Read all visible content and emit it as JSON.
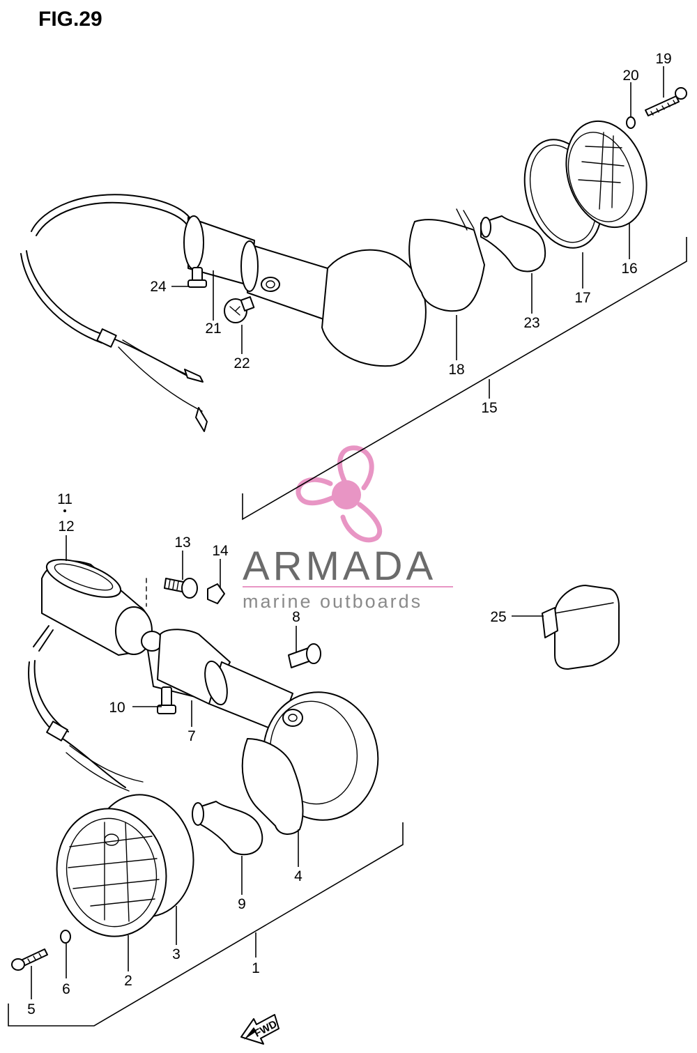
{
  "figure": {
    "title": "FIG.29"
  },
  "watermark": {
    "brand": "ARMADA",
    "tagline": "marine outboards",
    "accent_color": "#e895c4",
    "text_color": "#6b6b6b",
    "icon": "propeller-icon"
  },
  "direction_badge": {
    "label": "FWD",
    "icon": "arrow-icon"
  },
  "assemblies": {
    "rear": {
      "label": "15"
    },
    "front": {
      "label": "1"
    }
  },
  "callouts": [
    {
      "id": "19",
      "label": "19"
    },
    {
      "id": "20",
      "label": "20"
    },
    {
      "id": "16",
      "label": "16"
    },
    {
      "id": "17",
      "label": "17"
    },
    {
      "id": "23",
      "label": "23"
    },
    {
      "id": "18",
      "label": "18"
    },
    {
      "id": "15",
      "label": "15"
    },
    {
      "id": "24",
      "label": "24"
    },
    {
      "id": "21",
      "label": "21"
    },
    {
      "id": "22",
      "label": "22"
    },
    {
      "id": "11",
      "label": "11"
    },
    {
      "id": "12",
      "label": "12"
    },
    {
      "id": "13",
      "label": "13"
    },
    {
      "id": "14",
      "label": "14"
    },
    {
      "id": "8",
      "label": "8"
    },
    {
      "id": "25",
      "label": "25"
    },
    {
      "id": "10",
      "label": "10"
    },
    {
      "id": "7",
      "label": "7"
    },
    {
      "id": "4",
      "label": "4"
    },
    {
      "id": "9",
      "label": "9"
    },
    {
      "id": "3",
      "label": "3"
    },
    {
      "id": "2",
      "label": "2"
    },
    {
      "id": "1",
      "label": "1"
    },
    {
      "id": "6",
      "label": "6"
    },
    {
      "id": "5",
      "label": "5"
    }
  ]
}
